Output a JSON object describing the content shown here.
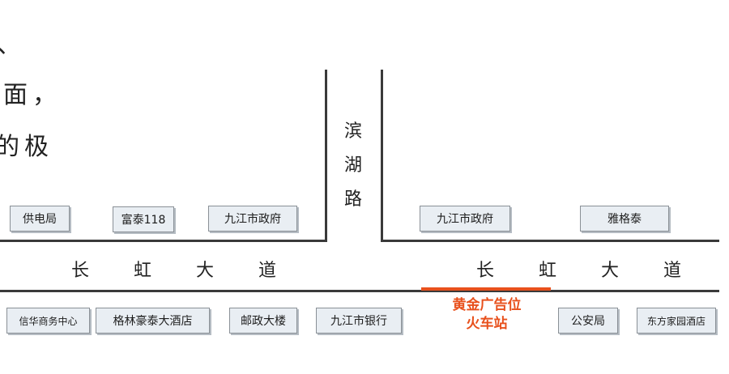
{
  "text_fragments": {
    "line1": "、",
    "line2": "面，",
    "line3": "的极"
  },
  "road_bottom_left": "长 虹 大 道",
  "road_bottom_right": "长 虹 大 道",
  "road_vertical": [
    "滨",
    "湖",
    "路"
  ],
  "north_left_buildings": [
    "供电局",
    "富泰118",
    "九江市政府"
  ],
  "north_right_buildings": [
    "九江市政府",
    "雅格泰"
  ],
  "south_buildings": [
    "信华商务中心",
    "格林豪泰大酒店",
    "邮政大楼",
    "九江市银行",
    "公安局",
    "东方家园酒店"
  ],
  "ad_site": {
    "line1": "黄金广告位",
    "line2": "火车站",
    "color": "#e8501c"
  },
  "colors": {
    "road": "#3a3a3a",
    "building_fill": "#e9eef3",
    "building_border": "#8a9096"
  }
}
